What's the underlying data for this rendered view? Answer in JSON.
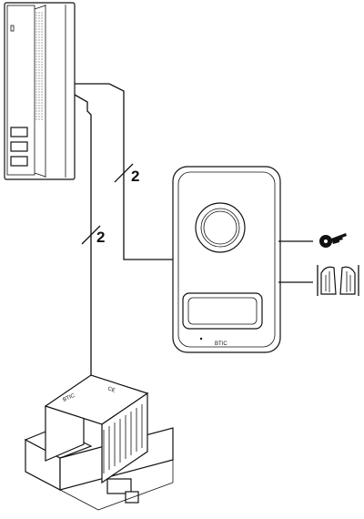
{
  "wiring": {
    "monitor_link_count": "2",
    "power_link_count": "2"
  },
  "panel": {
    "brand_mark": "BTIC"
  },
  "power_supply": {
    "mark_1": "BTIC",
    "mark_2": "CE"
  },
  "icons": {
    "lock": "key-icon",
    "gate": "gate-icon"
  },
  "colors": {
    "line": "#111111",
    "background": "#ffffff"
  }
}
